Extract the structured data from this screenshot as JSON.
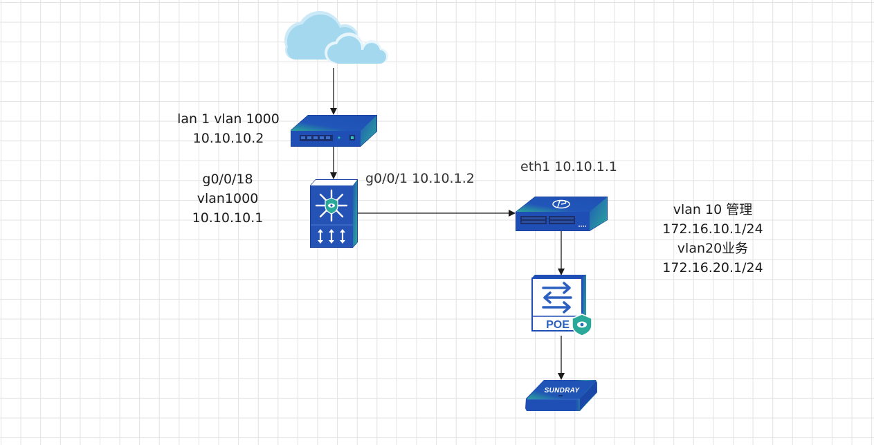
{
  "diagram": {
    "title": "",
    "nodes": [
      {
        "id": "internet",
        "type": "cloud",
        "icon": "cloud-icon"
      },
      {
        "id": "router",
        "type": "router",
        "icon": "router-icon",
        "label_lines": [
          "lan 1 vlan 1000",
          "10.10.10.2"
        ]
      },
      {
        "id": "core_switch",
        "type": "layer3-switch",
        "icon": "core-switch-icon",
        "label_lines": [
          "g0/0/18",
          "vlan1000",
          "10.10.10.1"
        ],
        "port_label": "g0/0/1 10.10.1.2"
      },
      {
        "id": "gateway",
        "type": "gateway",
        "icon": "gateway-icon",
        "label_lines": [
          "eth1 10.10.1.1"
        ],
        "vlan_lines": [
          "vlan 10 管理",
          "172.16.10.1/24",
          "vlan20业务",
          "172.16.20.1/24"
        ]
      },
      {
        "id": "poe_switch",
        "type": "poe-switch",
        "icon": "poe-switch-icon",
        "badge": "POE"
      },
      {
        "id": "access_point",
        "type": "access-point",
        "icon": "access-point-icon",
        "brand": "SUNDRAY"
      }
    ],
    "edges": [
      {
        "from": "internet",
        "to": "router"
      },
      {
        "from": "router",
        "to": "core_switch"
      },
      {
        "from": "core_switch",
        "to": "gateway"
      },
      {
        "from": "gateway",
        "to": "poe_switch"
      },
      {
        "from": "poe_switch",
        "to": "access_point"
      }
    ]
  },
  "colors": {
    "cloud": "#a3d8ef",
    "cloud_edge": "#cbe9f6",
    "device_blue": "#1f4fb4",
    "device_dark": "#163f9e",
    "device_teal": "#2aa99a",
    "port_dark": "#1a2f6b",
    "line": "#1a1a1a"
  }
}
